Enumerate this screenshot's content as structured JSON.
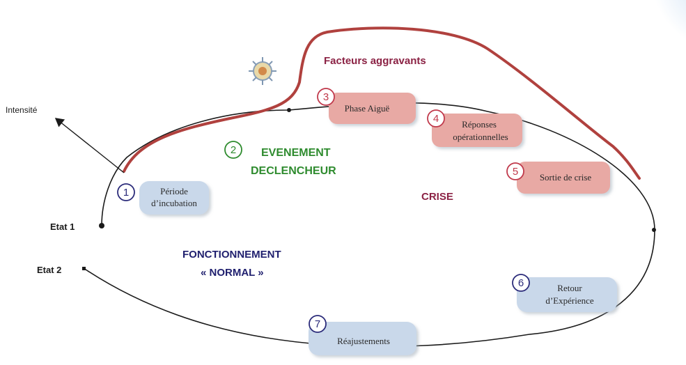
{
  "axis": {
    "intensity_label": "Intensité"
  },
  "states": {
    "state1": "Etat 1",
    "state2": "Etat 2"
  },
  "aggravating": "Facteurs aggravants",
  "event": {
    "number": "2",
    "line1": "EVENEMENT",
    "line2": "DECLENCHEUR"
  },
  "crisis": "CRISE",
  "normal": {
    "line1": "FONCTIONNEMENT",
    "line2": "« NORMAL »"
  },
  "steps": [
    {
      "number": "1",
      "line1": "Période",
      "line2": "d’incubation"
    },
    {
      "number": "3",
      "line1": "Phase Aiguë",
      "line2": ""
    },
    {
      "number": "4",
      "line1": "Réponses",
      "line2": "opérationnelles"
    },
    {
      "number": "5",
      "line1": "Sortie de crise",
      "line2": ""
    },
    {
      "number": "6",
      "line1": "Retour",
      "line2": "d’Expérience"
    },
    {
      "number": "7",
      "line1": "Réajustements",
      "line2": ""
    }
  ],
  "colors": {
    "curve": "#1a1a1a",
    "aggravating_curve": "#b0413e",
    "pink_box": "#e8a9a4",
    "blue_box": "#c9d8ea",
    "green": "#2e8b2e",
    "navy": "#1f1f6e",
    "maroon": "#8b2244",
    "pink_number": "#c0394b",
    "blue_number": "#2b2b7a"
  }
}
